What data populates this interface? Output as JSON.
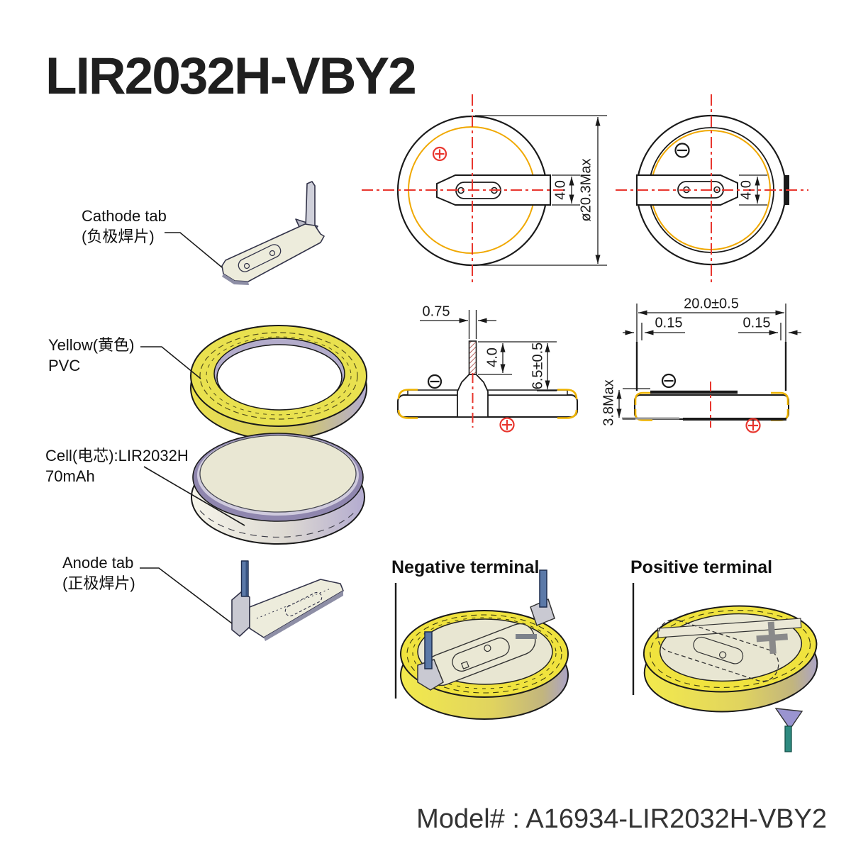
{
  "title": "LIR2032H-VBY2",
  "model": {
    "label": "Model# : A16934-LIR2032H-VBY2"
  },
  "callouts": {
    "cathode": {
      "line1": "Cathode tab",
      "line2": "(负极焊片)"
    },
    "pvc": {
      "line1": "Yellow(黄色)",
      "line2": "PVC"
    },
    "cell": {
      "line1": "Cell(电芯):LIR2032H",
      "line2": "70mAh"
    },
    "anode": {
      "line1": "Anode tab",
      "line2": "(正极焊片)"
    }
  },
  "terminals": {
    "negative": "Negative terminal",
    "positive": "Positive terminal"
  },
  "dimensions": {
    "diameter": "ø20.3Max",
    "tab_width_left_view": "4.0",
    "tab_width_right_view": "4.0",
    "pin_thickness": "0.75",
    "pin_length": "4.0",
    "height_with_pin": "6.5±0.5",
    "tab_span": "20.0±0.5",
    "tab_edge_left": "0.15",
    "tab_edge_right": "0.15",
    "cell_height": "3.8Max"
  },
  "colors": {
    "accent_red": "#e8362e",
    "cad_yellow": "#f0a800",
    "pvc_yellow": "#e9e14f",
    "cell_cream": "#e9e7d3",
    "lavender": "#b7b0d2",
    "pin_blue": "#5b79a8",
    "pin_teal": "#2e8a80",
    "symbol_gray": "#8a8a8a"
  }
}
